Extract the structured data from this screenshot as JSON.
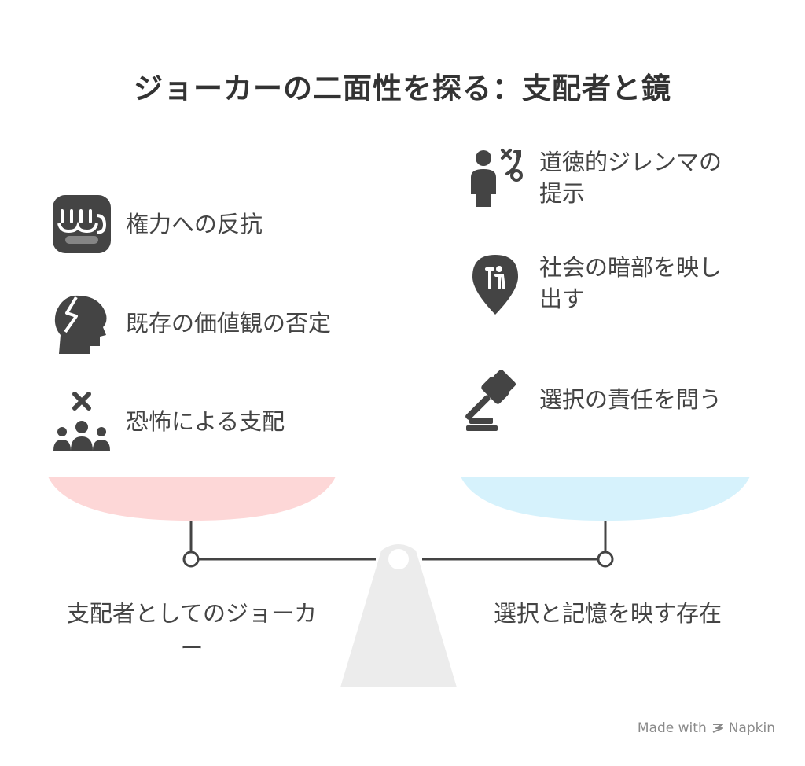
{
  "title": "ジョーカーの二面性を探る：支配者と鏡",
  "left": {
    "caption": "支配者としてのジョーカー",
    "items": [
      {
        "label": "権力への反抗",
        "icon": "fist-icon"
      },
      {
        "label": "既存の価値観の否定",
        "icon": "broken-head-icon"
      },
      {
        "label": "恐怖による支配",
        "icon": "crowd-cross-icon"
      }
    ],
    "pan_color": "#fdd7d7"
  },
  "right": {
    "caption": "選択と記憶を映す存在",
    "items": [
      {
        "label": "道徳的ジレンマの提示",
        "icon": "person-decision-icon"
      },
      {
        "label": "社会の暗部を映し出す",
        "icon": "location-people-icon"
      },
      {
        "label": "選択の責任を問う",
        "icon": "gavel-icon"
      }
    ],
    "pan_color": "#d6f2fc"
  },
  "watermark": {
    "prefix": "Made with",
    "brand": "Napkin"
  },
  "colors": {
    "icon": "#444444",
    "stand": "#ececec",
    "beam": "#444444"
  }
}
